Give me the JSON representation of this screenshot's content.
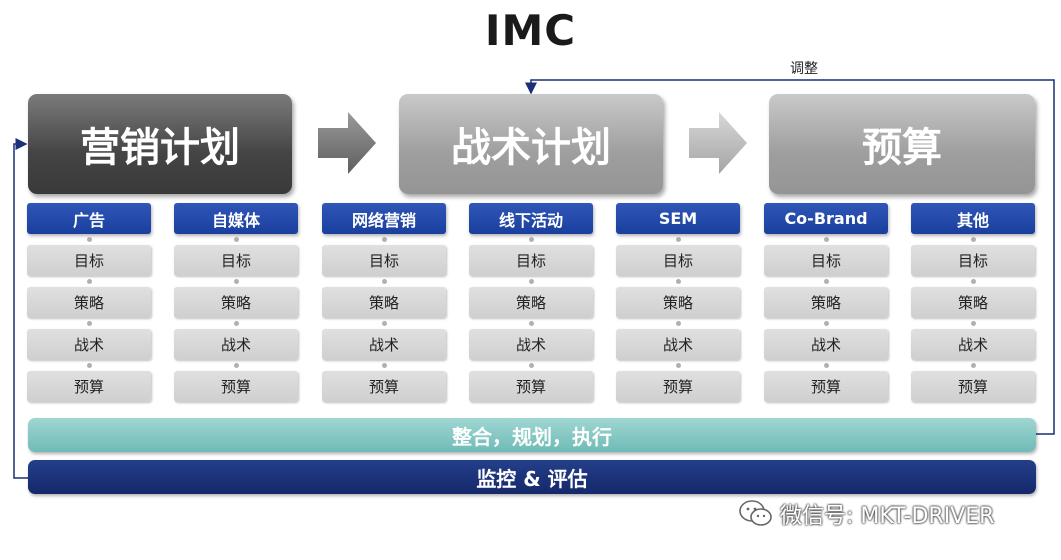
{
  "title": "IMC",
  "feedback_label": "调整",
  "plans": [
    "营销计划",
    "战术计划",
    "预算"
  ],
  "columns": [
    "广告",
    "自媒体",
    "网络营销",
    "线下活动",
    "SEM",
    "Co-Brand",
    "其他"
  ],
  "steps": [
    "目标",
    "策略",
    "战术",
    "预算"
  ],
  "bars": {
    "integrate": "整合，规划，执行",
    "monitor": "监控 & 评估"
  },
  "watermark": "微信号: MKT-DRIVER",
  "icons": {
    "arrow": "right-arrow-icon",
    "wechat": "wechat-icon"
  },
  "colors": {
    "plan_dark": "#444444",
    "plan_light": "#9e9e9e",
    "column_header": "#1a3f9e",
    "step_cell": "#d6d6d6",
    "integrate_bar": "#7fc4bf",
    "monitor_bar": "#1b3278",
    "connector_line": "#1b2f7a"
  }
}
